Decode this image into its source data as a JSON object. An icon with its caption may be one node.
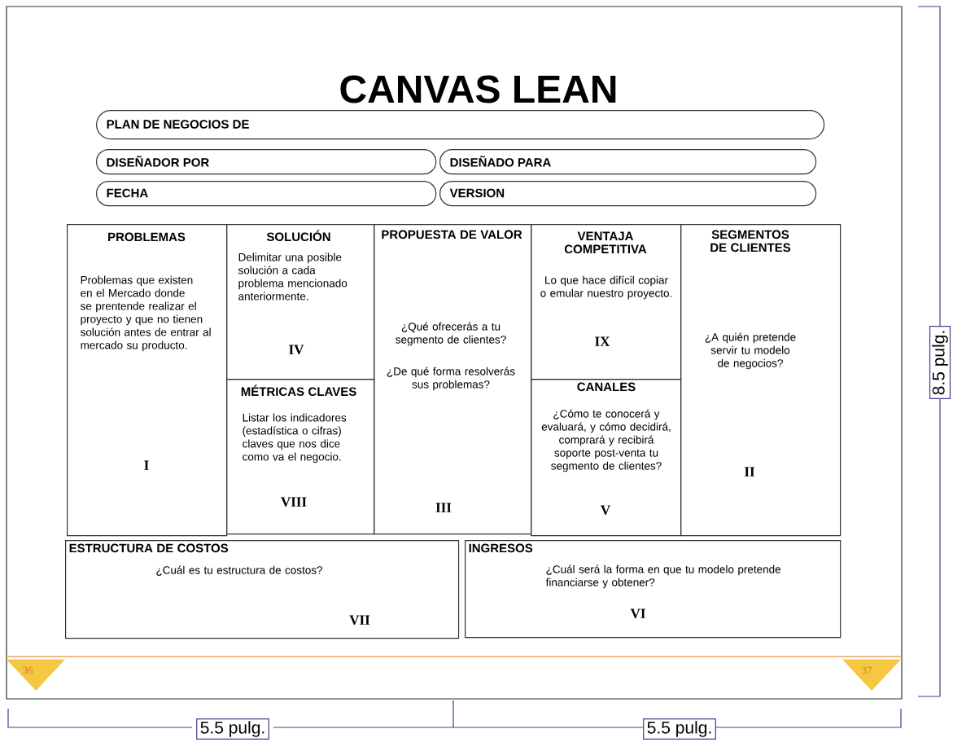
{
  "diagram": {
    "title": "CANVAS LEAN",
    "nodes": [
      {
        "text": [
          "PLAN DE NEGOCIOS DE"
        ]
      },
      {
        "text": [
          "DISEÑADOR POR"
        ]
      },
      {
        "text": [
          "DISEÑADO PARA"
        ]
      },
      {
        "text": [
          "FECHA"
        ]
      },
      {
        "text": [
          "VERSION"
        ]
      },
      {
        "text": [
          "PROBLEMAS",
          "Problemas que existen en el Mercado donde se prentende realizar el proyecto y que no tienen solución antes de entrar al mercado su producto.",
          "I"
        ]
      },
      {
        "text": [
          "SOLUCIÓN",
          "Delimitar una posible solución a cada problema mencionado anteriormente.",
          "IV"
        ]
      },
      {
        "text": [
          "MÉTRICAS CLAVES",
          "Listar los indicadores (estadística o cifras) claves que nos dice como va el negocio.",
          "VIII"
        ]
      },
      {
        "text": [
          "PROPUESTA DE VALOR",
          "¿Qué ofrecerás a tu segmento de clientes?",
          "¿De qué forma resolverás sus problemas?",
          "III"
        ]
      },
      {
        "text": [
          "VENTAJA COMPETITIVA",
          "Lo que hace difícil copiar o emular nuestro proyecto.",
          "IX"
        ]
      },
      {
        "text": [
          "CANALES",
          "¿Cómo te conocerá y evaluará, y cómo decidirá, comprará y recibirá soporte post-venta tu segmento de clientes?",
          "V"
        ]
      },
      {
        "text": [
          "SEGMENTOS DE CLIENTES",
          "¿A quién pretende servir tu modelo de negocios?",
          "II"
        ]
      },
      {
        "text": [
          "ESTRUCTURA DE COSTOS",
          "¿Cuál es tu estructura de costos?",
          "VII"
        ]
      },
      {
        "text": [
          "INGRESOS",
          "¿Cuál será la forma en que tu modelo pretende financiarse y obtener?",
          "VI"
        ]
      },
      {
        "text": [
          "36"
        ]
      },
      {
        "text": [
          "37"
        ]
      }
    ],
    "labels": [
      "8.5 pulg.",
      "5.5 pulg.",
      "5.5 pulg."
    ]
  }
}
